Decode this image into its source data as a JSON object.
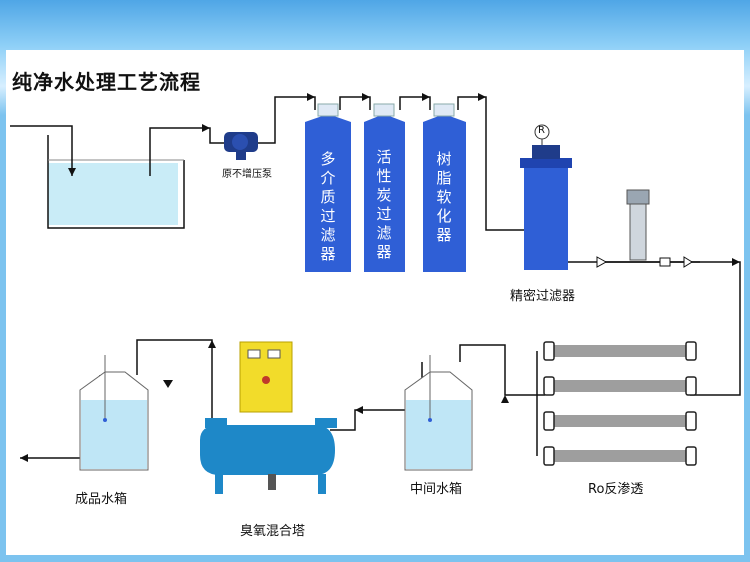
{
  "title": "纯净水处理工艺流程",
  "labels": {
    "pump": "原不增压泵",
    "multi_filter": "多介质过滤器",
    "carbon_filter": "活性炭过滤器",
    "softener": "树脂软化器",
    "precision_filter": "精密过滤器",
    "product_tank": "成品水箱",
    "ozone_tower": "臭氧混合塔",
    "middle_tank": "中间水箱",
    "ro": "Ro反渗透",
    "filter_cap": "R"
  },
  "colors": {
    "vessel_blue": "#2f5fd6",
    "tank_water": "#bfe6f6",
    "pipe": "#111111",
    "control_box": "#f2dc2a"
  }
}
